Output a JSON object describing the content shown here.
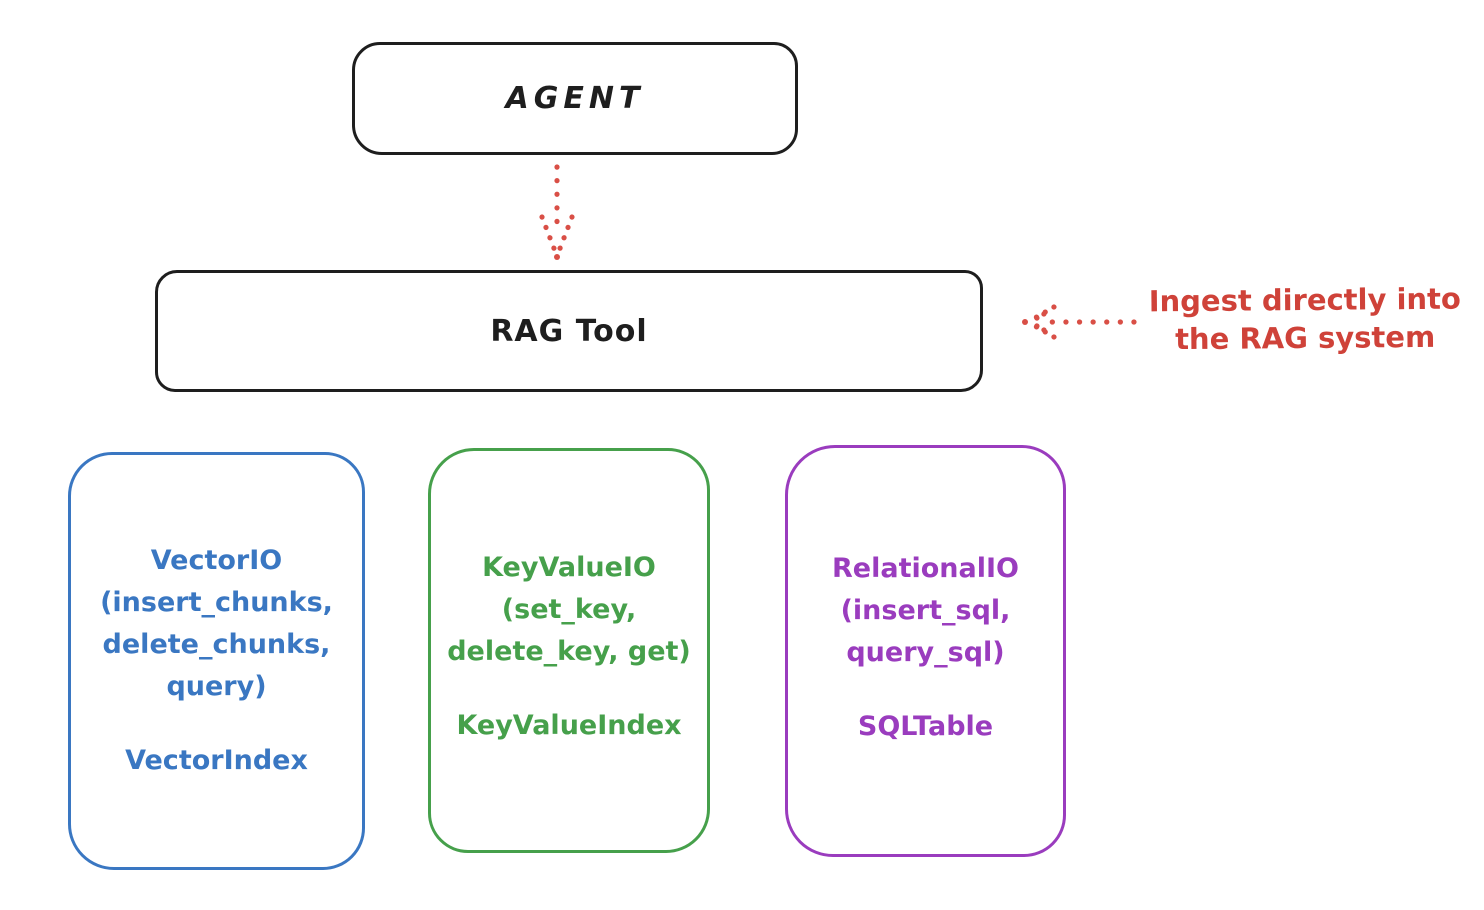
{
  "diagram": {
    "agent": {
      "label": "AGENT"
    },
    "rag_tool": {
      "label": "RAG Tool"
    },
    "annotation": {
      "line1": "Ingest directly into",
      "line2": "the RAG system"
    },
    "cards": [
      {
        "id": "vector-io",
        "lines": [
          "VectorIO",
          "(insert_chunks,",
          "delete_chunks,",
          "query)"
        ],
        "index": "VectorIndex",
        "color": "#3a77c2"
      },
      {
        "id": "keyvalue-io",
        "lines": [
          "KeyValueIO",
          "(set_key,",
          "delete_key, get)"
        ],
        "index": "KeyValueIndex",
        "color": "#46a04b"
      },
      {
        "id": "relational-io",
        "lines": [
          "RelationalIO",
          "(insert_sql,",
          "query_sql)"
        ],
        "index": "SQLTable",
        "color": "#9a3cbe"
      }
    ],
    "colors": {
      "stroke_black": "#1e1e1e",
      "accent_red": "#cf4239",
      "arrow_red": "#d94f46",
      "blue": "#3a77c2",
      "green": "#46a04b",
      "purple": "#9a3cbe",
      "background": "#ffffff"
    }
  }
}
